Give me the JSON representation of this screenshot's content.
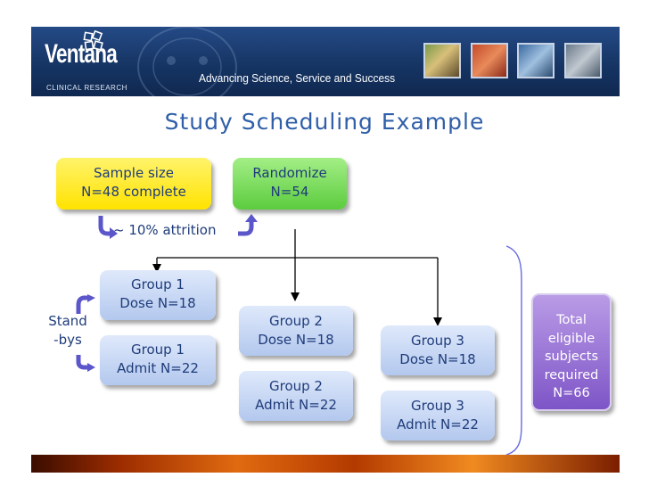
{
  "header": {
    "logo_word": "Ventana",
    "logo_subtitle": "CLINICAL RESEARCH",
    "tagline": "Advancing Science, Service and Success"
  },
  "title": "Study Scheduling Example",
  "nodes": {
    "sample_size": {
      "line1": "Sample size",
      "line2": "N=48 complete"
    },
    "randomize": {
      "line1": "Randomize",
      "line2": "N=54"
    },
    "attrition": "~ 10% attrition",
    "standbys": {
      "line1": "Stand",
      "line2": "-bys"
    },
    "group1_dose": {
      "line1": "Group 1",
      "line2": "Dose N=18"
    },
    "group1_admit": {
      "line1": "Group 1",
      "line2": "Admit N=22"
    },
    "group2_dose": {
      "line1": "Group 2",
      "line2": "Dose N=18"
    },
    "group2_admit": {
      "line1": "Group 2",
      "line2": "Admit N=22"
    },
    "group3_dose": {
      "line1": "Group 3",
      "line2": "Dose N=18"
    },
    "group3_admit": {
      "line1": "Group 3",
      "line2": "Admit N=22"
    },
    "total": {
      "line1": "Total",
      "line2": "eligible",
      "line3": "subjects",
      "line4": "required",
      "line5": "N=66"
    }
  },
  "colors": {
    "title": "#2f5fa8",
    "text": "#1f3c7a",
    "yellow_box": "#ffe300",
    "green_box": "#5ccc3e",
    "blue_box": "#b3c8ee",
    "purple_box": "#7e55c7",
    "curved_arrow": "#5b56c9",
    "banner": "#163564"
  },
  "icons": {
    "curved_arrow": "curved-arrow-icon",
    "logo": "ventana-logo-icon"
  }
}
